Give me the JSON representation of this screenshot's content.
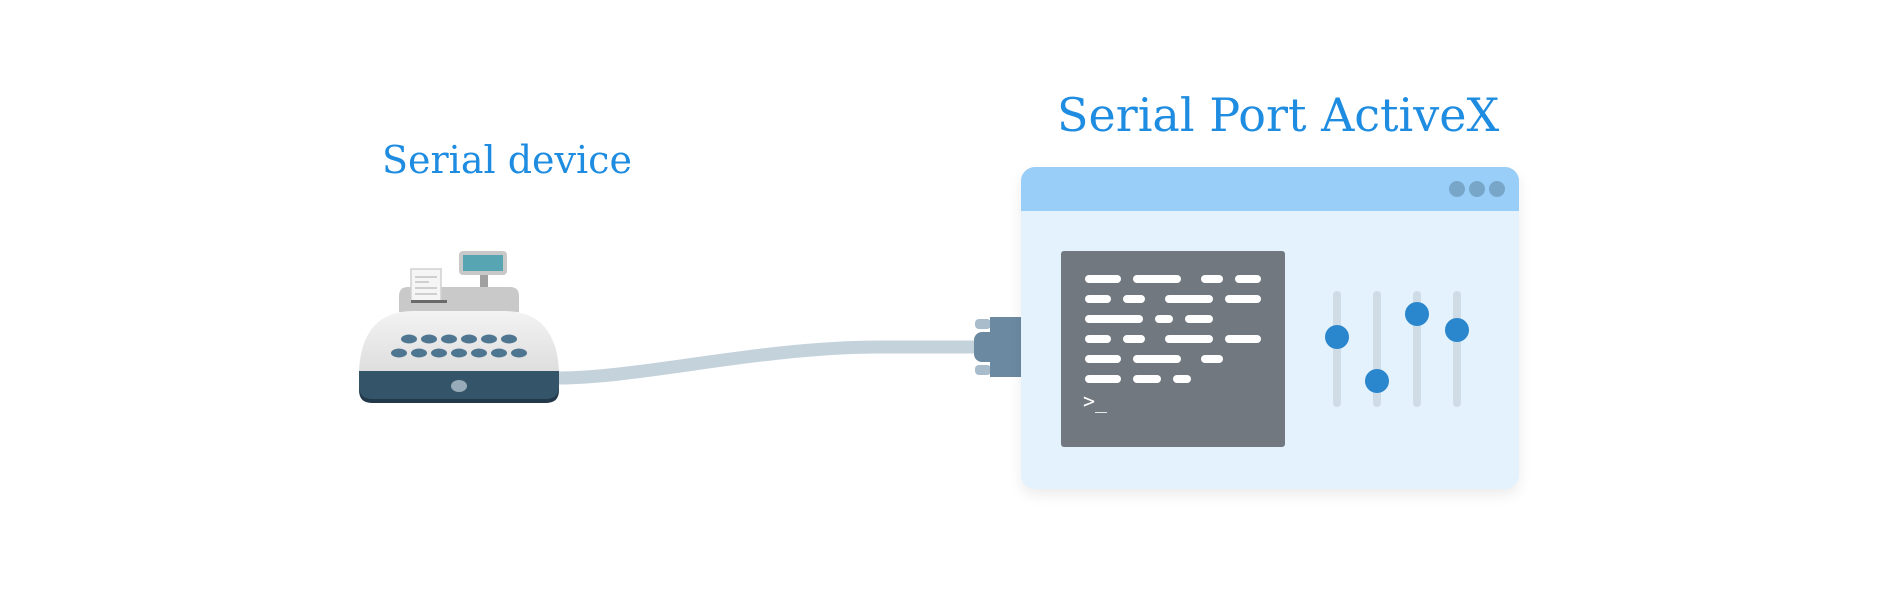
{
  "device": {
    "title": "Serial device"
  },
  "app": {
    "title": "Serial Port ActiveX",
    "prompt": ">_"
  },
  "sliders": [
    0.6,
    0.22,
    0.8,
    0.66
  ],
  "colors": {
    "accent": "#1e8ce0",
    "header": "#98cef7",
    "window": "#e4f2fd",
    "terminal": "#72787f",
    "knob": "#2a86cd"
  }
}
